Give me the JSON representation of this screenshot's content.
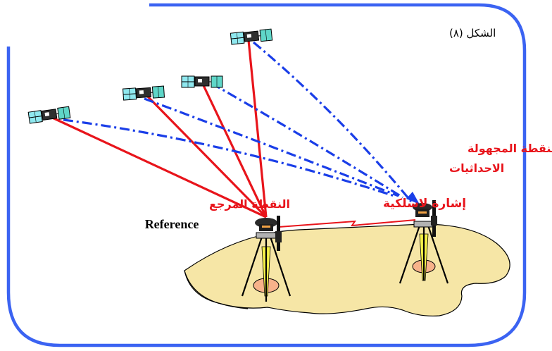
{
  "figure": {
    "caption": "الشكل (٨)"
  },
  "labels": {
    "reference_ar": "النقطة المرجع",
    "reference_en": "Reference",
    "unknown_point_line1": "النقطة المجهولة",
    "unknown_point_line2": "الاحداثيات",
    "radio_link": "إشارة لاسلكية"
  },
  "colors": {
    "frame": "#3b63f2",
    "ground": "#f6e6a6",
    "ground_stroke": "#000000",
    "signal_solid": "#e8141b",
    "signal_dashed": "#1a3ee8",
    "label_red": "#e8141b",
    "satellite_panel": "#8fe8ef",
    "tripod_cone": "#f6f34a"
  },
  "icons": {
    "satellite": "satellite-icon",
    "gps_receiver": "gps-receiver-icon",
    "tripod": "tripod-icon"
  }
}
